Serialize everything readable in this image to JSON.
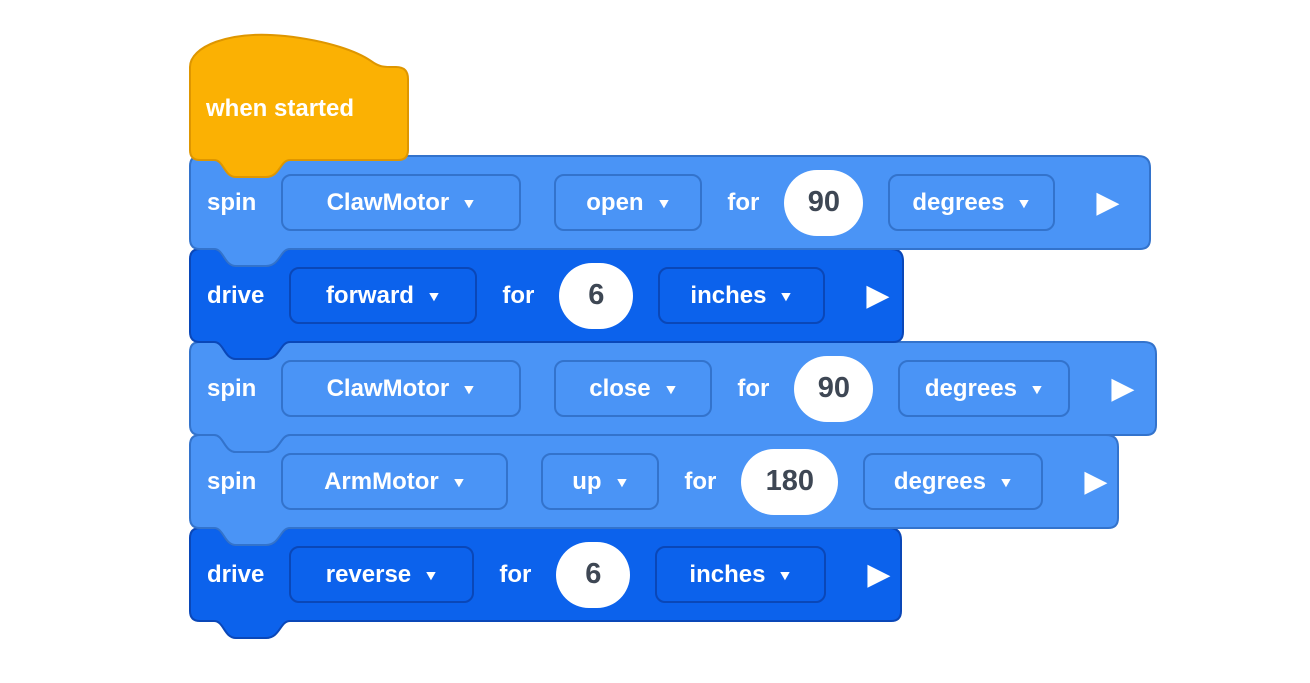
{
  "colors": {
    "block_light_blue": "#4A94F6",
    "block_light_border": "#3373CC",
    "block_dark_blue": "#0C62EC",
    "block_dark_border": "#0A47B8",
    "hat_orange": "#FBB103",
    "hat_orange_border": "#DE9600",
    "input_text": "#3E4754"
  },
  "icons": {
    "dropdown_arrow": "▼",
    "play": "▶"
  },
  "hat": {
    "label": "when started"
  },
  "blocks": [
    {
      "opcode": "spin",
      "motor": "ClawMotor",
      "direction": "open",
      "for_label": "for",
      "value": "90",
      "unit": "degrees"
    },
    {
      "opcode": "drive",
      "direction": "forward",
      "for_label": "for",
      "value": "6",
      "unit": "inches"
    },
    {
      "opcode": "spin",
      "motor": "ClawMotor",
      "direction": "close",
      "for_label": "for",
      "value": "90",
      "unit": "degrees"
    },
    {
      "opcode": "spin",
      "motor": "ArmMotor",
      "direction": "up",
      "for_label": "for",
      "value": "180",
      "unit": "degrees"
    },
    {
      "opcode": "drive",
      "direction": "reverse",
      "for_label": "for",
      "value": "6",
      "unit": "inches"
    }
  ]
}
